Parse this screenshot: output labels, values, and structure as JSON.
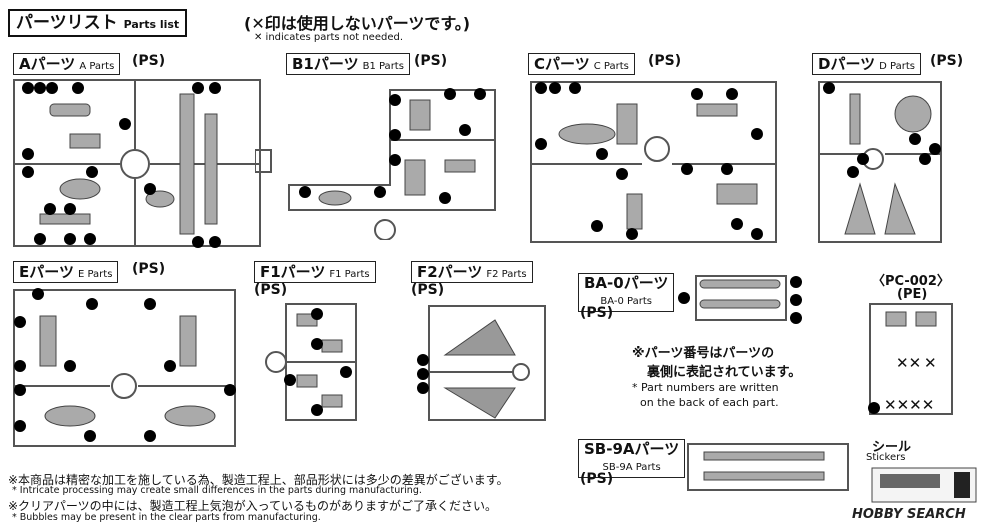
{
  "header": {
    "title_jp": "パーツリスト",
    "title_en": "Parts list",
    "note_jp": "(✕印は使用しないパーツです。)",
    "note_en": "✕ indicates parts not needed."
  },
  "sections": {
    "A": {
      "label": "Aパーツ",
      "label_en": "A Parts",
      "material": "(PS)"
    },
    "B1": {
      "label": "B1パーツ",
      "label_en": "B1 Parts",
      "material": "(PS)"
    },
    "C": {
      "label": "Cパーツ",
      "label_en": "C Parts",
      "material": "(PS)"
    },
    "D": {
      "label": "Dパーツ",
      "label_en": "D Parts",
      "material": "(PS)"
    },
    "E": {
      "label": "Eパーツ",
      "label_en": "E Parts",
      "material": "(PS)"
    },
    "F1": {
      "label": "F1パーツ",
      "label_en": "F1 Parts",
      "material": "(PS)"
    },
    "F2": {
      "label": "F2パーツ",
      "label_en": "F2 Parts",
      "material": "(PS)"
    },
    "BA0": {
      "label": "BA-0パーツ",
      "label_en": "BA-0 Parts",
      "material": "(PS)"
    },
    "PC002": {
      "label": "〈PC-002〉",
      "material": "(PE)"
    },
    "SB9A": {
      "label": "SB-9Aパーツ",
      "label_en": "SB-9A Parts",
      "material": "(PS)"
    },
    "seal": {
      "label": "シール",
      "label_en": "Stickers"
    }
  },
  "part_number_note": {
    "jp_line1": "※パーツ番号はパーツの",
    "jp_line2": "裏側に表記されています。",
    "en_line1": "* Part numbers are written",
    "en_line2": "on the back of each part."
  },
  "footer": {
    "jp1": "※本商品は精密な加工を施している為、製造工程上、部品形状には多少の差異がございます。",
    "jp2": "※クリアパーツの中には、製造工程上気泡が入っているものがありますがご了承ください。",
    "en1": "* Intricate processing may create small differences in the parts during manufacturing.",
    "en2": "* Bubbles may be present in the clear parts from manufacturing."
  },
  "watermark": "HOBBY SEARCH"
}
